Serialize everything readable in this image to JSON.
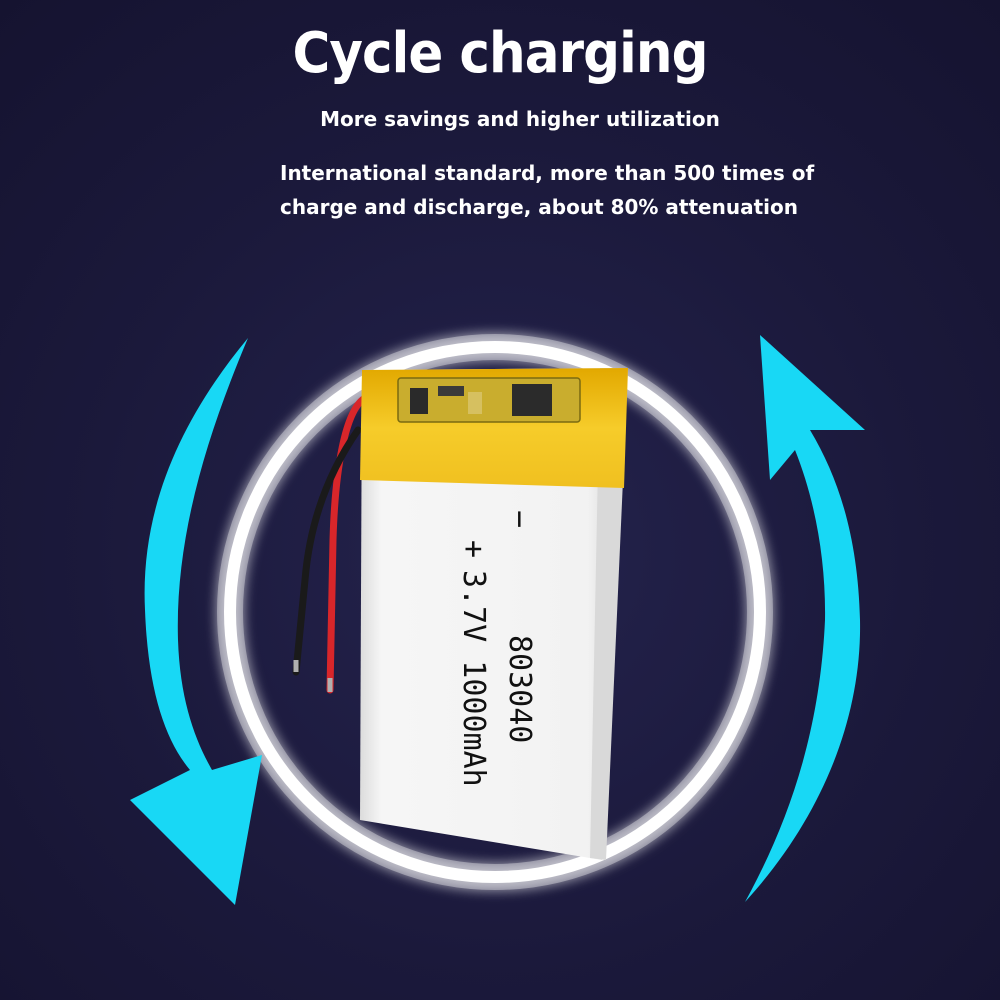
{
  "headline": "Cycle charging",
  "subheadline": "More savings and higher utilization",
  "description": {
    "line1": "International standard, more than 500 times of",
    "line2": "charge and discharge, about 80% attenuation"
  },
  "battery": {
    "polarity_minus": "−",
    "polarity_plus": "+",
    "voltage_capacity": "3.7V 1000mAh",
    "model": "803040"
  },
  "icons": {
    "left": "cycle-arrow-down-icon",
    "right": "cycle-arrow-up-icon",
    "ring": "glow-ring"
  },
  "colors": {
    "background": "#1c1a3e",
    "arrow": "#18d8f5",
    "ring": "#ffffff",
    "battery_body": "#f2f2f2",
    "battery_cap": "#f2c21b",
    "wire_red": "#d8262a",
    "wire_black": "#1a1a1a"
  }
}
